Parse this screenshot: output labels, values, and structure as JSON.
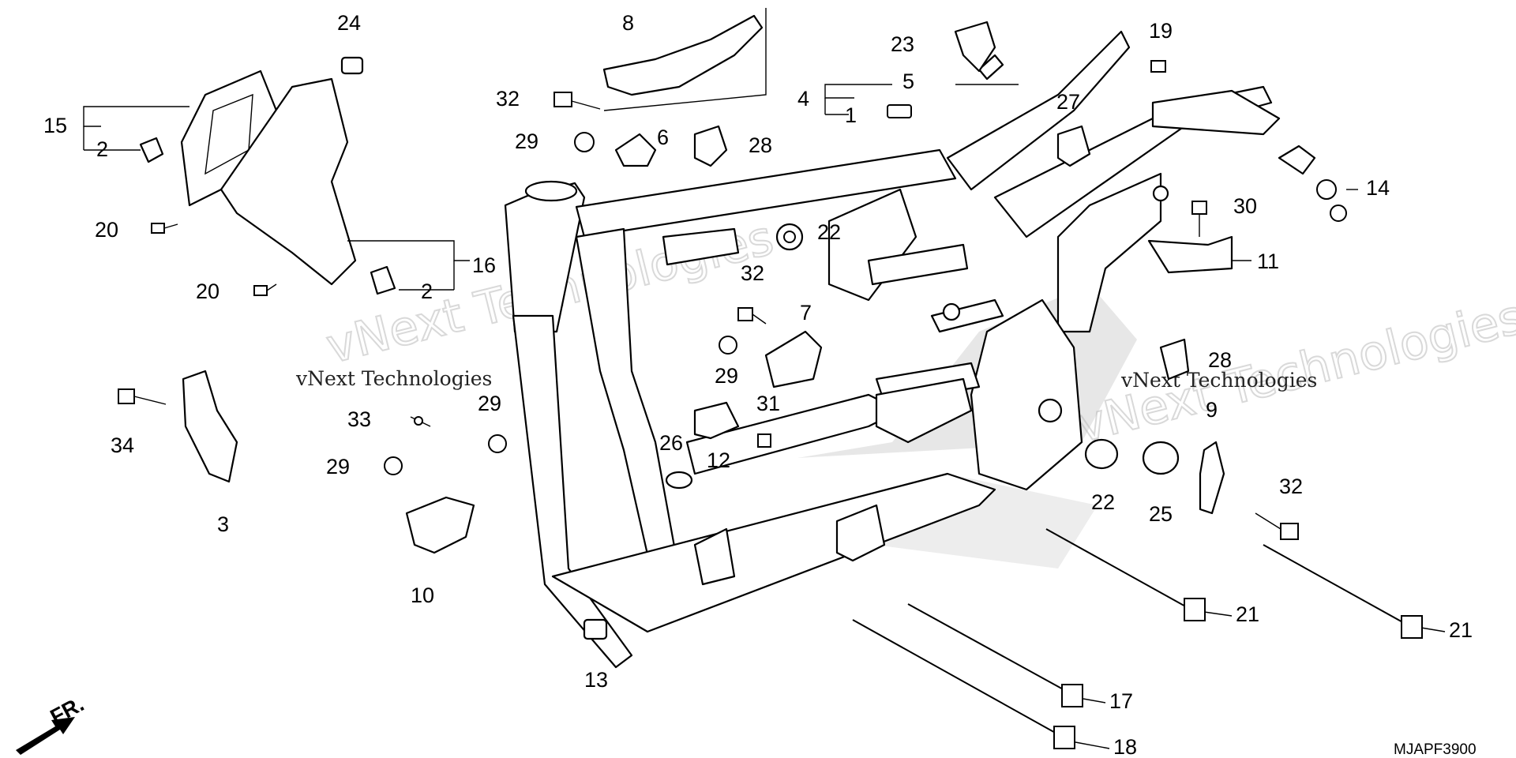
{
  "diagram": {
    "drawing_code": "MJAPF3900",
    "direction_label": "FR.",
    "watermark_text": "vNext Technologies",
    "part_numbers": [
      "1",
      "2",
      "3",
      "4",
      "5",
      "6",
      "7",
      "8",
      "9",
      "10",
      "11",
      "12",
      "13",
      "14",
      "15",
      "16",
      "17",
      "18",
      "19",
      "20",
      "21",
      "22",
      "23",
      "24",
      "25",
      "26",
      "27",
      "28",
      "29",
      "30",
      "31",
      "32",
      "33",
      "34"
    ],
    "labels": {
      "l24": "24",
      "l15": "15",
      "l2a": "2",
      "l20a": "20",
      "l20b": "20",
      "l16": "16",
      "l2b": "2",
      "l8": "8",
      "l32a": "32",
      "l29a": "29",
      "l6": "6",
      "l28a": "28",
      "l23": "23",
      "l5": "5",
      "l4": "4",
      "l1": "1",
      "l27": "27",
      "l19": "19",
      "l14": "14",
      "l30": "30",
      "l11": "11",
      "l22a": "22",
      "l32b": "32",
      "l7": "7",
      "l29b": "29",
      "l31": "31",
      "l12": "12",
      "l26": "26",
      "l34": "34",
      "l3": "3",
      "l33": "33",
      "l29c": "29",
      "l29d": "29",
      "l10": "10",
      "l13": "13",
      "l28b": "28",
      "l9": "9",
      "l32c": "32",
      "l22b": "22",
      "l25": "25",
      "l21a": "21",
      "l21b": "21",
      "l17": "17",
      "l18": "18"
    }
  }
}
